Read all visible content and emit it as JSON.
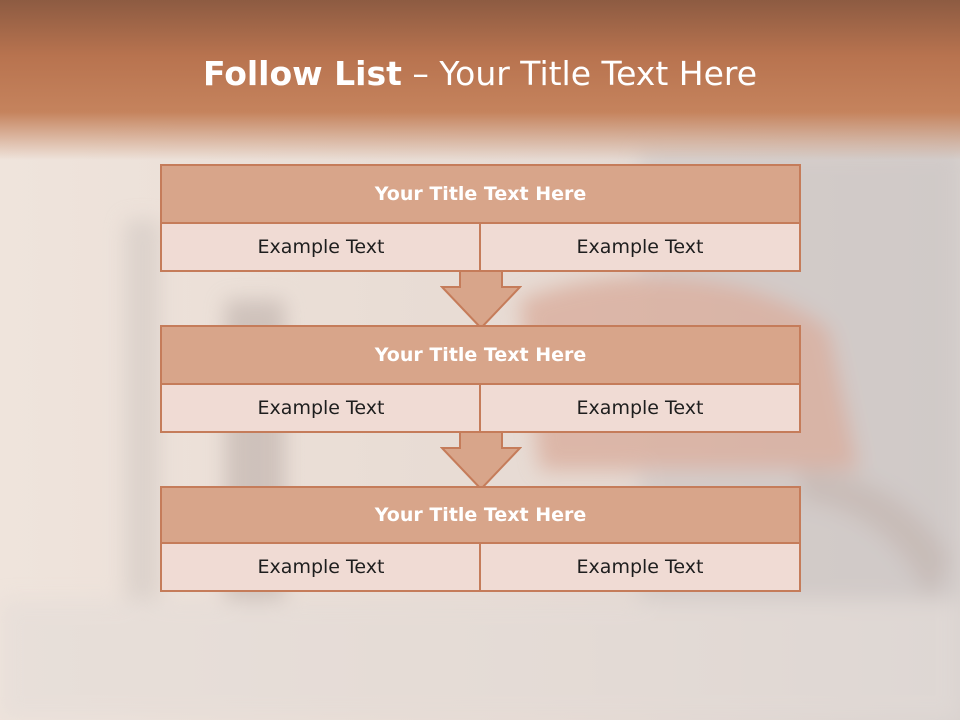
{
  "slide": {
    "title_bold": "Follow List",
    "title_rest": " – Your Title Text Here"
  },
  "blocks": [
    {
      "title": "Your Title Text Here",
      "cells": [
        "Example Text",
        "Example Text"
      ]
    },
    {
      "title": "Your Title Text Here",
      "cells": [
        "Example Text",
        "Example Text"
      ]
    },
    {
      "title": "Your Title Text Here",
      "cells": [
        "Example Text",
        "Example Text"
      ]
    }
  ],
  "colors": {
    "header": "#c5835d",
    "title_fill": "#d8a58a",
    "cell_fill": "#f0dbd4",
    "border": "#c57c5a"
  }
}
